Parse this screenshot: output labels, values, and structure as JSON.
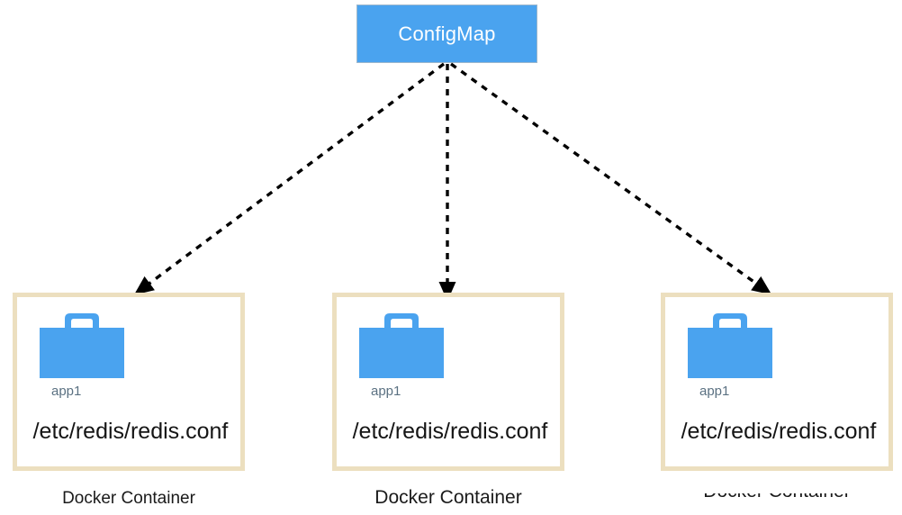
{
  "diagram": {
    "type": "architecture-diagram",
    "background_color": "#ffffff",
    "source_node": {
      "label": "ConfigMap",
      "fill_color": "#4aa3ef",
      "text_color": "#ffffff",
      "border_color": "#9bb7cd"
    },
    "connector": {
      "style": "dashed",
      "color": "#000000",
      "arrowhead": "filled-triangle",
      "count": 3,
      "origin_label": "ConfigMap",
      "target_labels": [
        "Docker Container",
        "Docker Container",
        "Docker Container"
      ]
    },
    "containers": [
      {
        "app_label": "app1",
        "config_path": "/etc/redis/redis.conf",
        "caption": "Docker Container",
        "icon": "briefcase-icon",
        "icon_color": "#4aa3ef",
        "border_color": "#ecdfbf",
        "caption_clipped": false
      },
      {
        "app_label": "app1",
        "config_path": "/etc/redis/redis.conf",
        "caption": "Docker Container",
        "icon": "briefcase-icon",
        "icon_color": "#4aa3ef",
        "border_color": "#ecdfbf",
        "caption_clipped": false
      },
      {
        "app_label": "app1",
        "config_path": "/etc/redis/redis.conf",
        "caption": "Docker Container",
        "icon": "briefcase-icon",
        "icon_color": "#4aa3ef",
        "border_color": "#ecdfbf",
        "caption_clipped": true
      }
    ]
  }
}
